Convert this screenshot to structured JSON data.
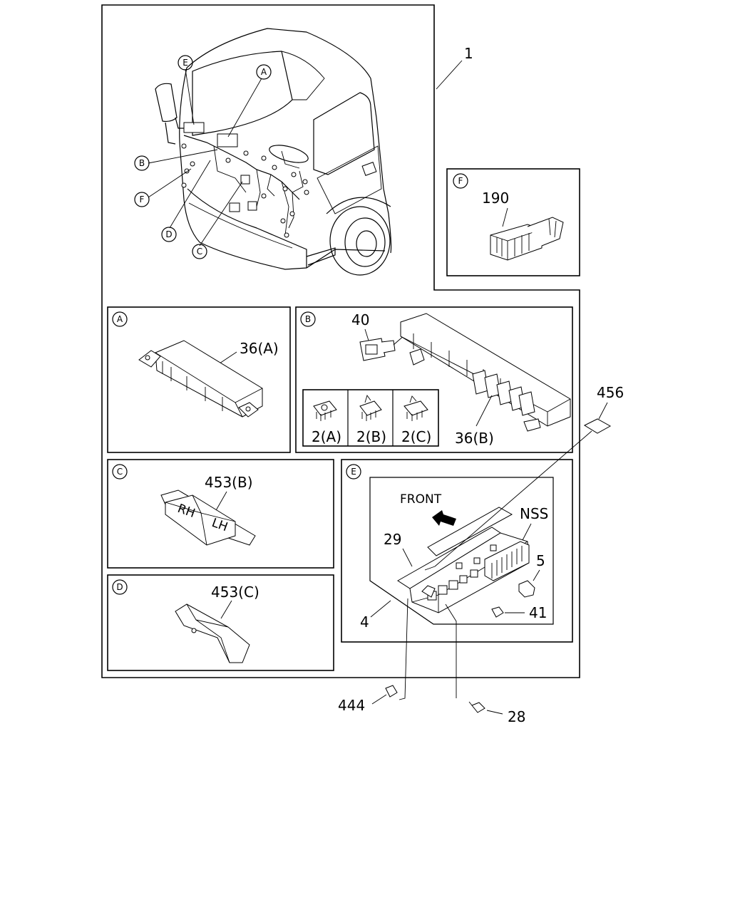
{
  "callouts": {
    "main_assembly": "1",
    "relay_190": "190",
    "bracket_a": "36(A)",
    "connector_40": "40",
    "bracket_b": "36(B)",
    "relay_2a": "2(A)",
    "relay_2b": "2(B)",
    "relay_2c": "2(C)",
    "cover_453b": "453(B)",
    "cover_453c": "453(C)",
    "front": "FRONT",
    "nss": "NSS",
    "part_29": "29",
    "part_5": "5",
    "part_4": "4",
    "part_41": "41",
    "part_456": "456",
    "part_444": "444",
    "part_28": "28",
    "tape_rh": "RH",
    "tape_lh": "LH"
  },
  "detail_letters": {
    "a": "A",
    "b": "B",
    "c": "C",
    "d": "D",
    "e": "E",
    "f": "F"
  }
}
